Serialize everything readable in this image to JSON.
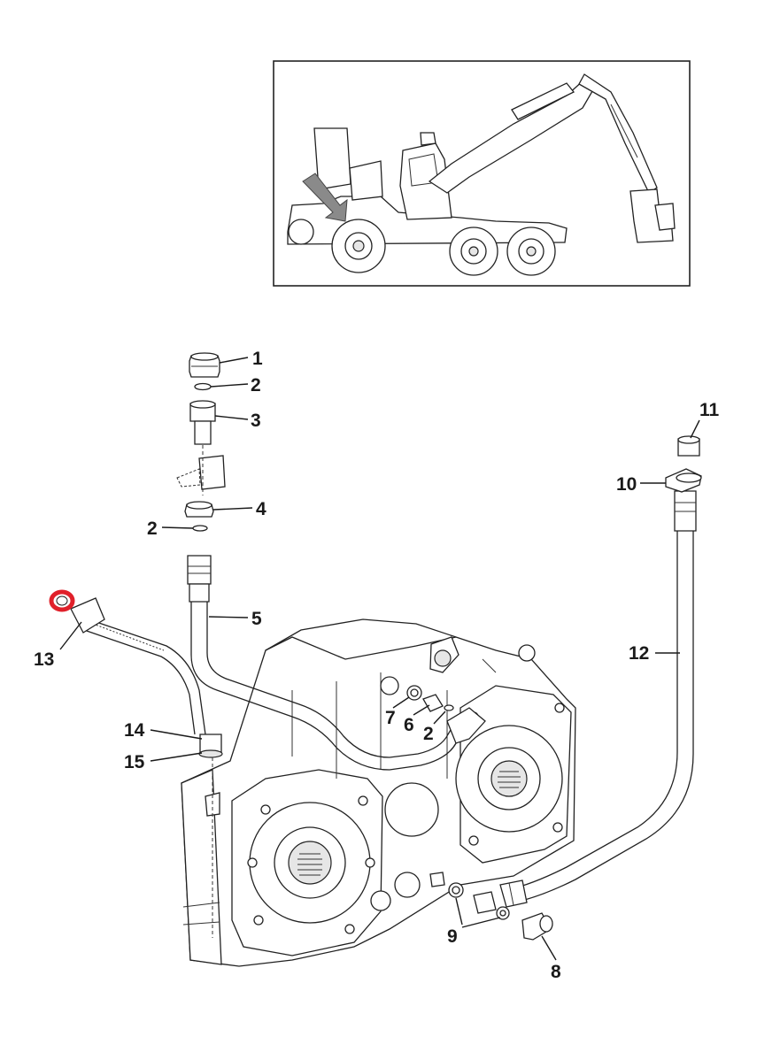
{
  "callouts": [
    {
      "id": "c1",
      "label": "1"
    },
    {
      "id": "c2a",
      "label": "2"
    },
    {
      "id": "c3",
      "label": "3"
    },
    {
      "id": "c4",
      "label": "4"
    },
    {
      "id": "c2b",
      "label": "2"
    },
    {
      "id": "c5",
      "label": "5"
    },
    {
      "id": "c13",
      "label": "13"
    },
    {
      "id": "c14",
      "label": "14"
    },
    {
      "id": "c15",
      "label": "15"
    },
    {
      "id": "c7",
      "label": "7"
    },
    {
      "id": "c6",
      "label": "6"
    },
    {
      "id": "c2c",
      "label": "2"
    },
    {
      "id": "c11",
      "label": "11"
    },
    {
      "id": "c10",
      "label": "10"
    },
    {
      "id": "c12",
      "label": "12"
    },
    {
      "id": "c9",
      "label": "9"
    },
    {
      "id": "c8",
      "label": "8"
    }
  ],
  "colors": {
    "line": "#1a1a1a",
    "highlight": "#e0202a",
    "arrow": "#8a8a8a"
  },
  "highlighted_part": "13"
}
